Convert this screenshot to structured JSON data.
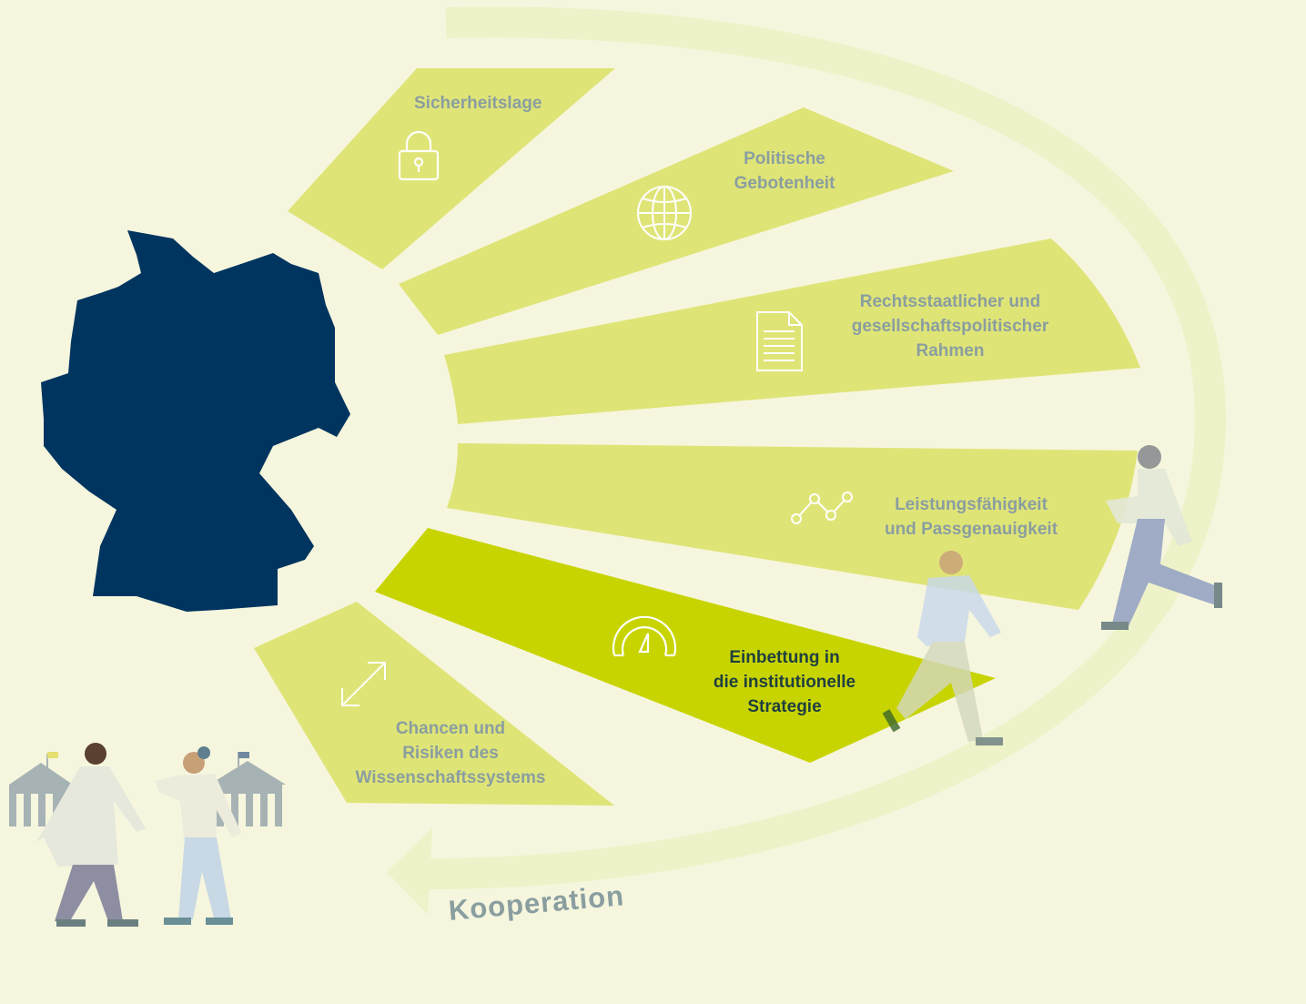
{
  "figure": {
    "colors": {
      "background": "#f6f6de",
      "segment": "#dfe477",
      "segment_active": "#c8d400",
      "map": "#003560",
      "arrow": "#eef2c8",
      "label": "#8a9ea0"
    },
    "segments": [
      {
        "id": "sicherheitslage",
        "label": "Sicherheitslage",
        "icon": "lock-icon",
        "active": false
      },
      {
        "id": "politische-gebotenheit",
        "label": "Politische\nGebotenheit",
        "icon": "globe-icon",
        "active": false
      },
      {
        "id": "rechtsstaatlicher-rahmen",
        "label": "Rechtsstaatlicher und\ngesellschaftspolitischer\nRahmen",
        "icon": "document-icon",
        "active": false
      },
      {
        "id": "leistungsfaehigkeit",
        "label": "Leistungsfähigkeit\nund Passgenauigkeit",
        "icon": "line-chart-icon",
        "active": false
      },
      {
        "id": "einbettung",
        "label": "Einbettung in\ndie institutionelle\nStrategie",
        "icon": "gauge-icon",
        "active": true
      },
      {
        "id": "chancen-risiken",
        "label": "Chancen und\nRisiken des\nWissenschaftssystems",
        "icon": "expand-arrows-icon",
        "active": false
      }
    ],
    "arrow_label": "Kooperation",
    "map_shape": "germany-map",
    "people": [
      "walking-person-right",
      "walking-person-middle",
      "scientist-man",
      "scientist-woman"
    ],
    "buildings": [
      "university-building-left",
      "university-building-right"
    ]
  }
}
